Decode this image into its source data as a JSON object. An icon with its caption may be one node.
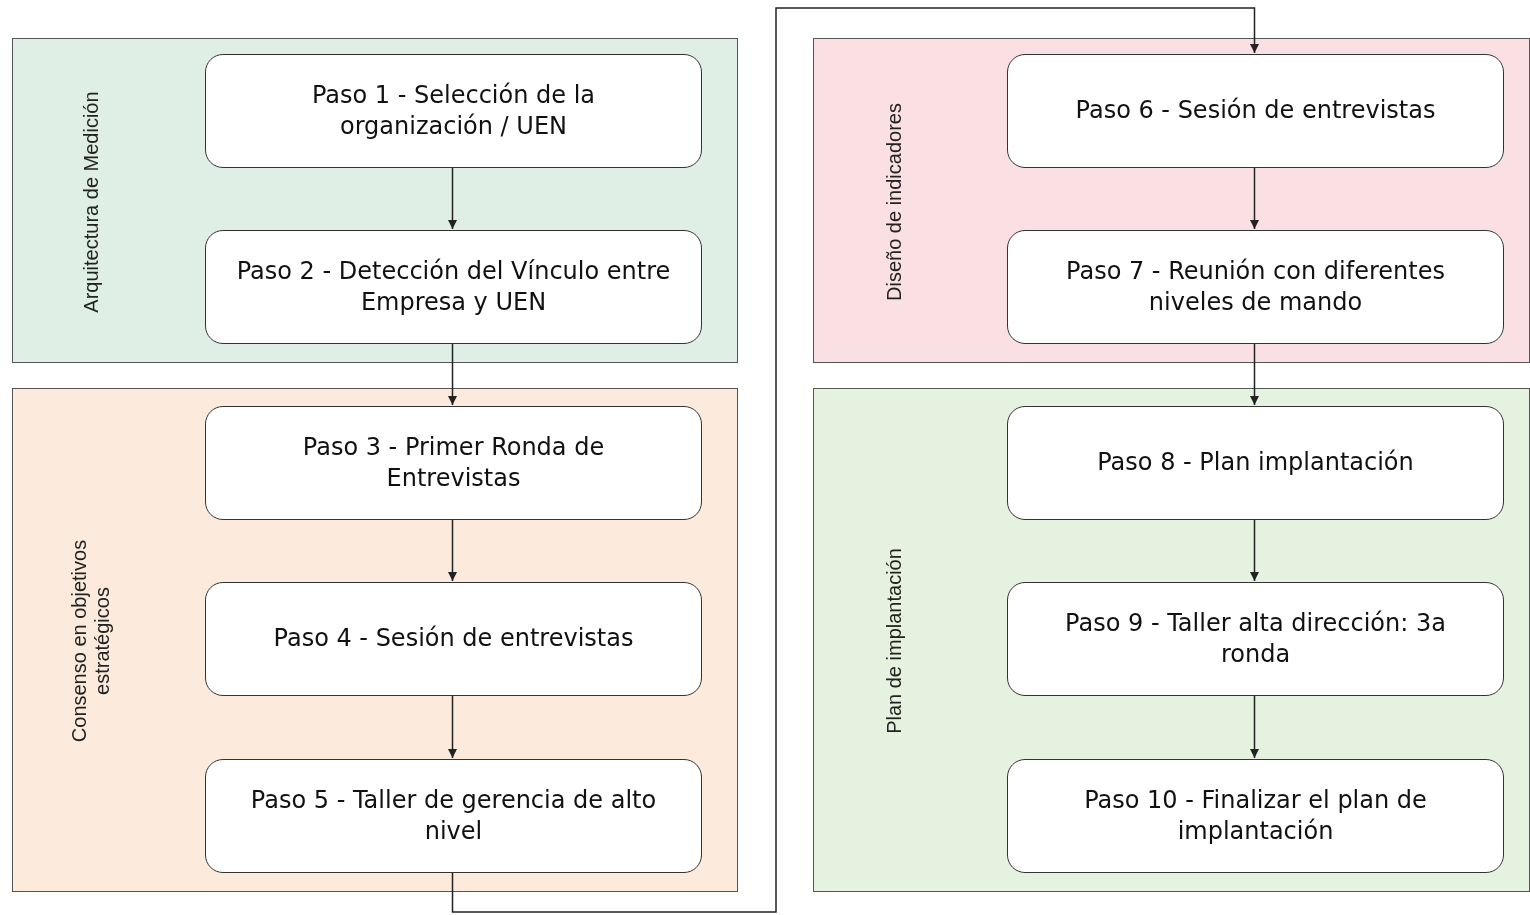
{
  "diagram": {
    "nodes": [
      {
        "text": [
          "Arquitectura de Medición"
        ]
      },
      {
        "text": [
          "Paso 1 - Selección de la organización / UEN"
        ],
        "in": 0
      },
      {
        "text": [
          "Paso 2 - Detección del Vínculo entre Empresa y UEN"
        ],
        "in": 0
      },
      {
        "text": [
          "Consenso en objetivos estratégicos"
        ]
      },
      {
        "text": [
          "Paso 3 - Primer Ronda de Entrevistas"
        ],
        "in": 3
      },
      {
        "text": [
          "Paso 4 - Sesión de entrevistas"
        ],
        "in": 3
      },
      {
        "text": [
          "Paso 5 - Taller de gerencia de alto nivel"
        ],
        "in": 3
      },
      {
        "text": [
          "Diseño de indicadores"
        ]
      },
      {
        "text": [
          "Paso 6 - Sesión de entrevistas"
        ],
        "in": 7
      },
      {
        "text": [
          "Paso 7 - Reunión con diferentes niveles de mando"
        ],
        "in": 7
      },
      {
        "text": [
          "Plan de implantación"
        ]
      },
      {
        "text": [
          "Paso 8 - Plan implantación"
        ],
        "in": 10
      },
      {
        "text": [
          "Paso 9 - Taller alta dirección: 3a ronda"
        ],
        "in": 10
      },
      {
        "text": [
          "Paso 10 - Finalizar el plan de implantación"
        ],
        "in": 10
      }
    ],
    "edges": [
      {
        "from": 1,
        "to": 2,
        "arrow": "to"
      },
      {
        "from": 2,
        "to": 4,
        "arrow": "to"
      },
      {
        "from": 4,
        "to": 5,
        "arrow": "to"
      },
      {
        "from": 5,
        "to": 6,
        "arrow": "to"
      },
      {
        "from": 6,
        "to": 8,
        "arrow": "to"
      },
      {
        "from": 8,
        "to": 9,
        "arrow": "to"
      },
      {
        "from": 9,
        "to": 11,
        "arrow": "to"
      },
      {
        "from": 11,
        "to": 12,
        "arrow": "to"
      },
      {
        "from": 12,
        "to": 13,
        "arrow": "to"
      }
    ]
  }
}
